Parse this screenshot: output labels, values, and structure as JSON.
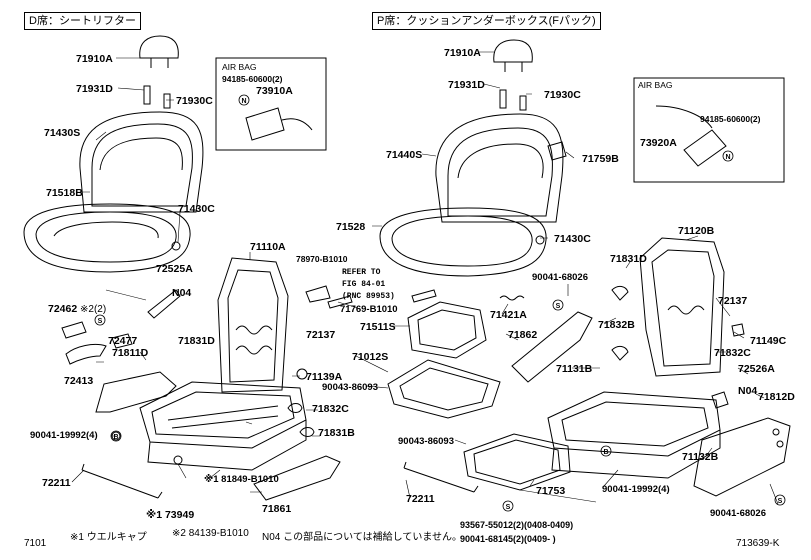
{
  "headers": {
    "left": "D席：シートリフター",
    "right": "P席：クッションアンダーボックス(Fパック)"
  },
  "airbag": {
    "left": {
      "title": "AIR BAG",
      "part_a": "94185-60600(2)",
      "part_b": "73910A",
      "mark": "N"
    },
    "right": {
      "title": "AIR BAG",
      "part_a": "94185-60600(2)",
      "part_b": "73920A",
      "mark": "N"
    }
  },
  "refer": {
    "l1": "78970-B1010",
    "l2": "REFER TO",
    "l3": "FIG 84-01",
    "l4": "(PNC 89953)"
  },
  "labels": {
    "l71910a": "71910A",
    "l71931d": "71931D",
    "l71930c": "71930C",
    "l71430s": "71430S",
    "l71518b": "71518B",
    "l71430c": "71430C",
    "l71110a": "71110A",
    "l72525a": "72525A",
    "n04a": "N04",
    "l72462": "72462",
    "note2": "※2(2)",
    "l72477": "72477",
    "l71831d_l": "71831D",
    "l71811d": "71811D",
    "l72413": "72413",
    "l72137_l": "72137",
    "l71139a": "71139A",
    "l71832c_l": "71832C",
    "l71831b": "71831B",
    "l90041_19992_l": "90041-19992(4)",
    "l72211_l": "72211",
    "l173949": "※1 73949",
    "l181849": "※1 81849-B1010",
    "l71861": "71861",
    "l71769": "71769-B1010",
    "r71910a": "71910A",
    "r71931d": "71931D",
    "r71930c": "71930C",
    "r71440s": "71440S",
    "r71759b": "71759B",
    "r71528": "71528",
    "r71430c": "71430C",
    "r71120b": "71120B",
    "r71831d": "71831D",
    "r90041_68026_t": "90041-68026",
    "r71421a": "71421A",
    "r71511s": "71511S",
    "r72137": "72137",
    "r71862": "71862",
    "r71832b": "71832B",
    "r71149c": "71149C",
    "r71012s": "71012S",
    "r90043_86093a": "90043-86093",
    "r71131b": "71131B",
    "r71832c": "71832C",
    "r72526a": "72526A",
    "n04b": "N04",
    "r90043_86093b": "90043-86093",
    "r71812d": "71812D",
    "r71132b": "71132B",
    "r90041_19992": "90041-19992(4)",
    "r72211": "72211",
    "r71753": "71753",
    "r93567": "93567-55012(2)(0408-0409)",
    "r90041_68145": "90041-68145(2)(0409-  )",
    "r90041_68026_b": "90041-68026"
  },
  "footer": {
    "left_code": "7101",
    "note1": "※1  ウエルキャプ",
    "note2": "※2  84139-B1010",
    "note3": "N04  この部品については補給していません。",
    "right_code": "713639-K"
  }
}
